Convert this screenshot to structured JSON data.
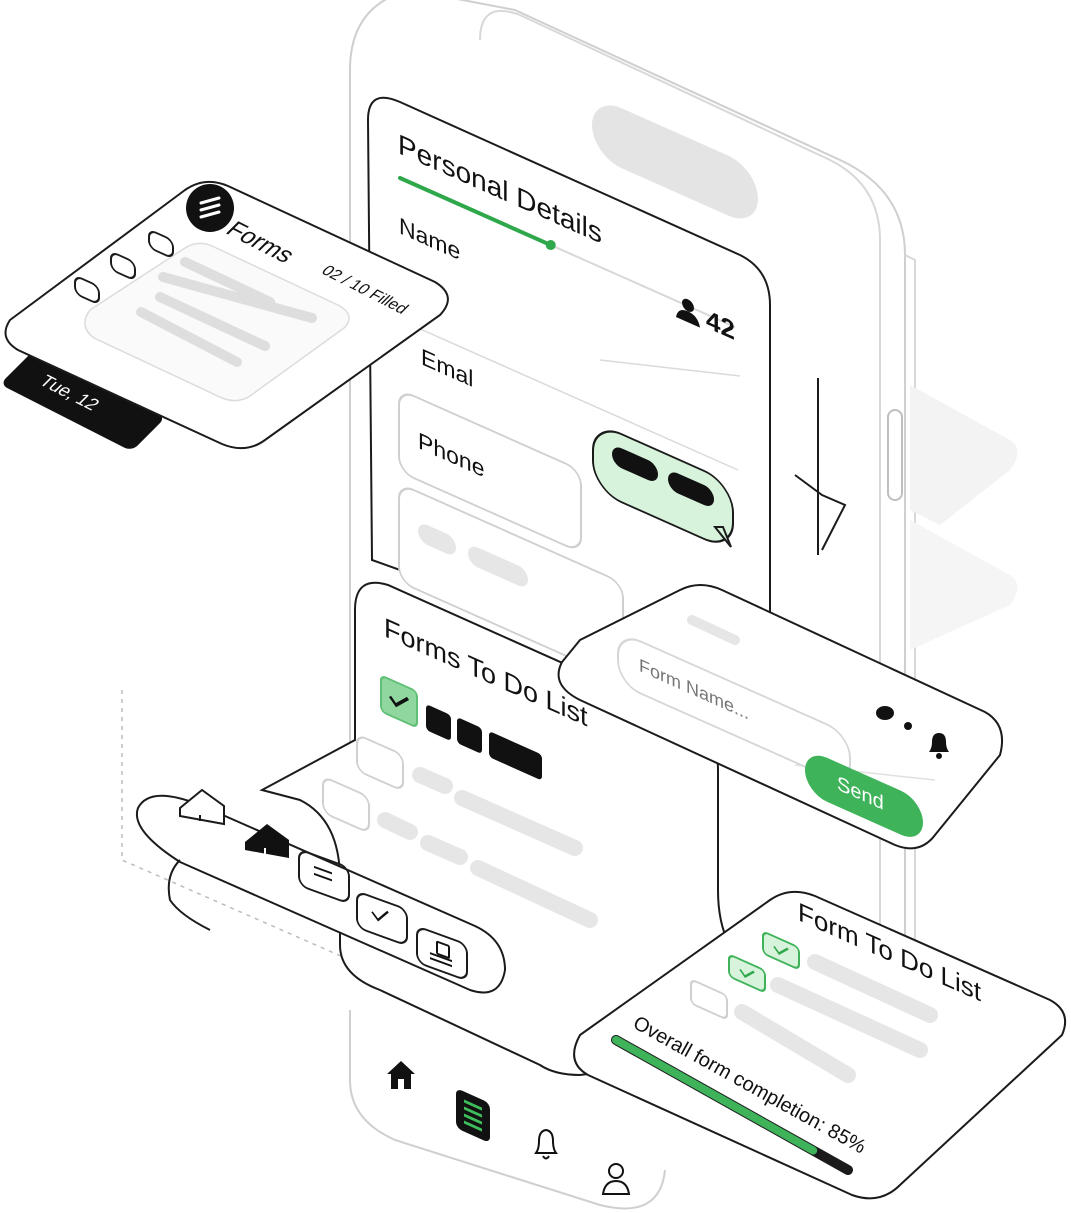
{
  "personal_details": {
    "title": "Personal Details",
    "name_label": "Name",
    "email_label": "Emal",
    "phone_label": "Phone",
    "user_count": "42",
    "progress": 0.45
  },
  "forms_card": {
    "title": "Forms",
    "filled_status": "02 / 10 Filled",
    "date_tag": "Tue, 12"
  },
  "forms_todo": {
    "title": "Forms To Do List"
  },
  "send_card": {
    "placeholder": "Form Name...",
    "send_label": "Send"
  },
  "form_todo_list": {
    "title": "Form To Do List",
    "completion_label": "Overall form completion: 85%",
    "completion": 0.85
  },
  "colors": {
    "accent": "#2fa84b",
    "accent_light": "#d8f3dc",
    "ink": "#1b1b1b"
  }
}
